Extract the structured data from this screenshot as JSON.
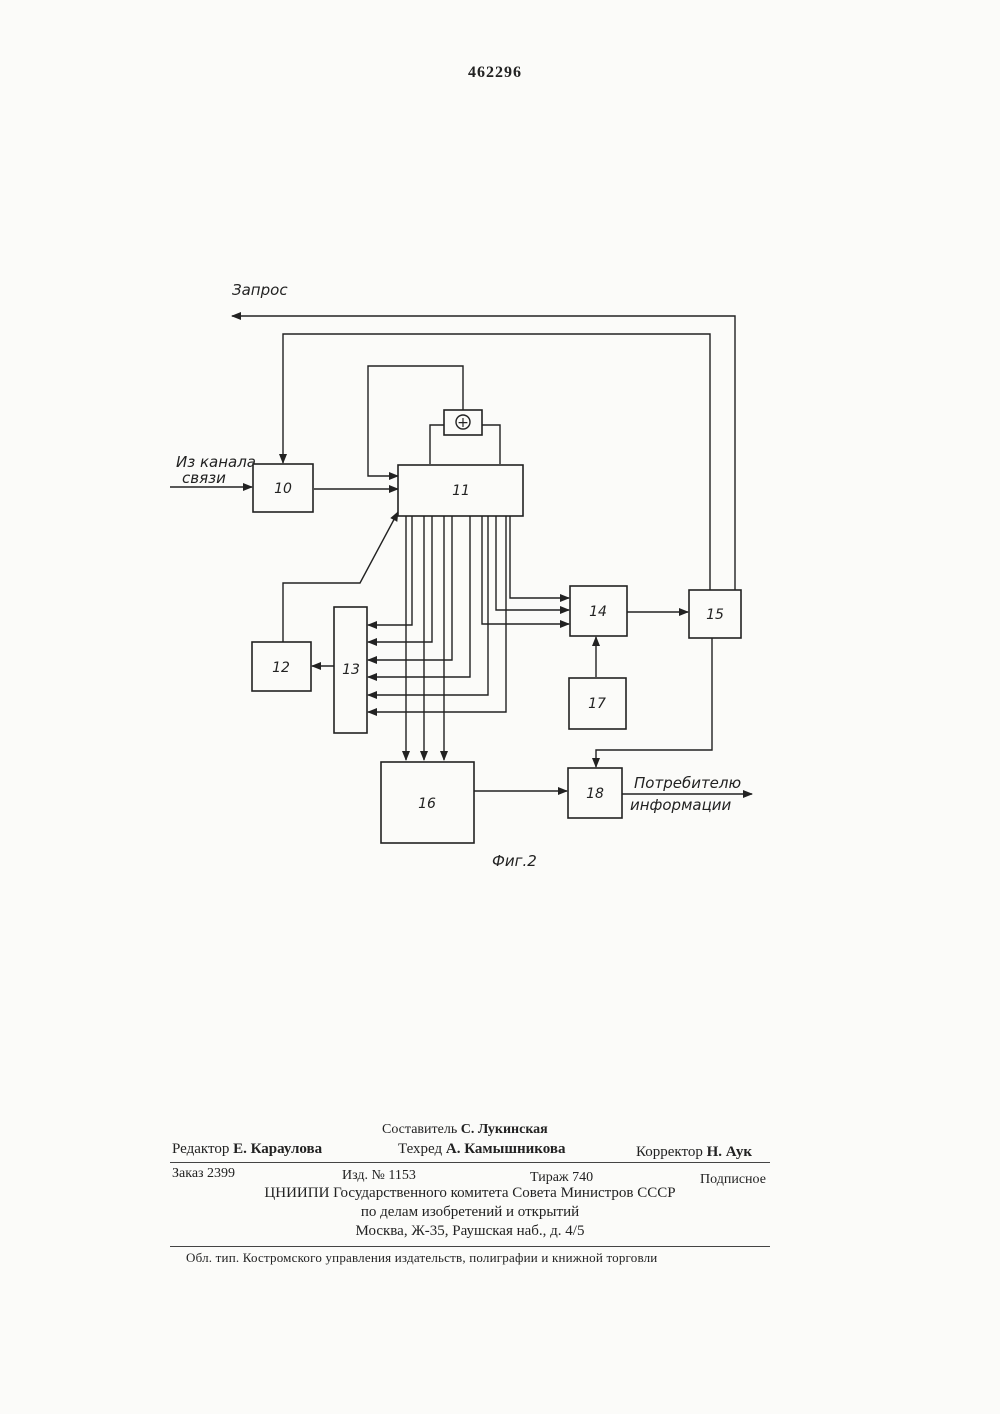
{
  "page_number": "462296",
  "diagram": {
    "labels": {
      "request": "Запрос",
      "from_channel_1": "Из канала",
      "from_channel_2": "связи",
      "to_consumer_1": "Потребителю",
      "to_consumer_2": "информации",
      "xor": "+",
      "caption": "Фиг.2"
    },
    "blocks": {
      "b10": "10",
      "b11": "11",
      "b12": "12",
      "b13": "13",
      "b14": "14",
      "b15": "15",
      "b16": "16",
      "b17": "17",
      "b18": "18"
    }
  },
  "imprint": {
    "compiler_label": "Составитель",
    "compiler": "С. Лукинская",
    "editor_label": "Редактор",
    "editor": "Е. Караулова",
    "techred_label": "Техред",
    "techred": "А. Камышникова",
    "corrector_label": "Корректор",
    "corrector": "Н. Аук",
    "order": "Заказ 2399",
    "edition": "Изд. № 1153",
    "print_run": "Тираж 740",
    "subscription": "Подписное",
    "org_line1": "ЦНИИПИ Государственного комитета Совета Министров СССР",
    "org_line2": "по делам изобретений и открытий",
    "org_line3": "Москва, Ж-35, Раушская наб., д. 4/5",
    "printer": "Обл. тип. Костромского управления издательств, полиграфии и книжной торговли"
  }
}
